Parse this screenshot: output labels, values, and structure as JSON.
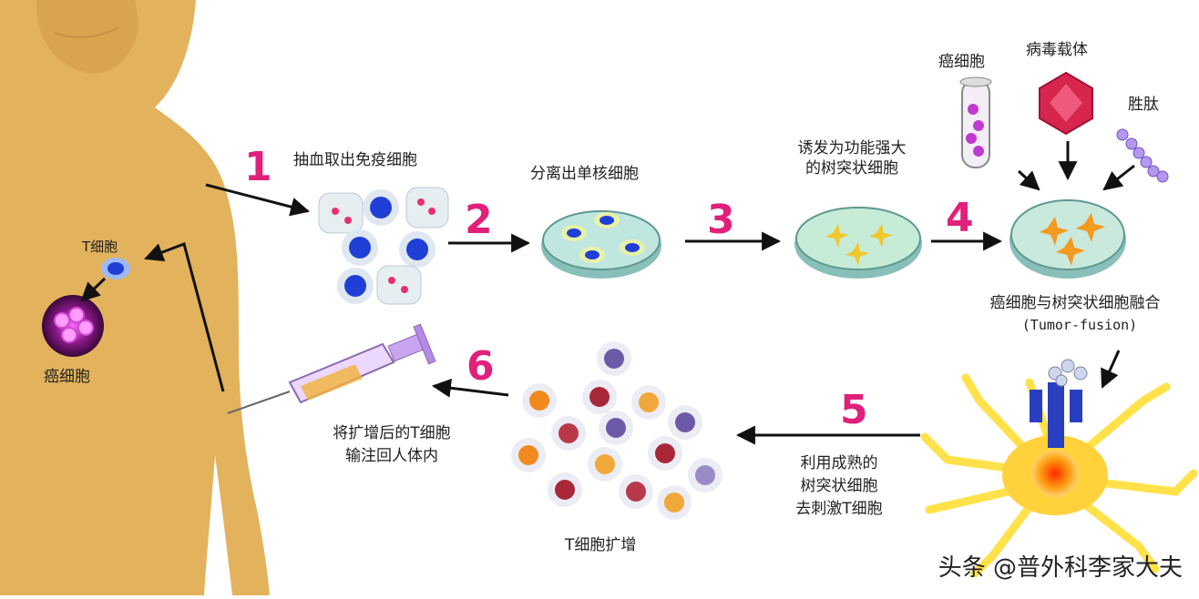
{
  "steps": [
    {
      "number": "1",
      "label": "抽血取出免疫细胞"
    },
    {
      "number": "2",
      "label": "分离出单核细胞"
    },
    {
      "number": "3",
      "label": "诱发为功能强大\n的树突状细胞"
    },
    {
      "number": "4",
      "label": "癌细胞与树突状细胞融合",
      "sublabel": "(Tumor-fusion)"
    },
    {
      "number": "5",
      "label": "利用成熟的\n树突状细胞\n去刺激T细胞"
    },
    {
      "number": "6",
      "label": "将扩增后的T细胞\n输注回人体内"
    }
  ],
  "labels": {
    "t_cell": "T细胞",
    "cancer_cell_body": "癌细胞",
    "cancer_cell_tube": "癌细胞",
    "virus_vector": "病毒载体",
    "peptide": "胜肽",
    "t_cell_expansion": "T细胞扩增"
  },
  "watermark": "头条 @普外科李家大夫",
  "colors": {
    "body": "#e3b25c",
    "number": "#e0207a",
    "arrow": "#111111",
    "nucleus": "#1f3fd6",
    "dish": "#a9dcd6",
    "dendritic": "#ffe24a",
    "virus": "#d8254d"
  }
}
